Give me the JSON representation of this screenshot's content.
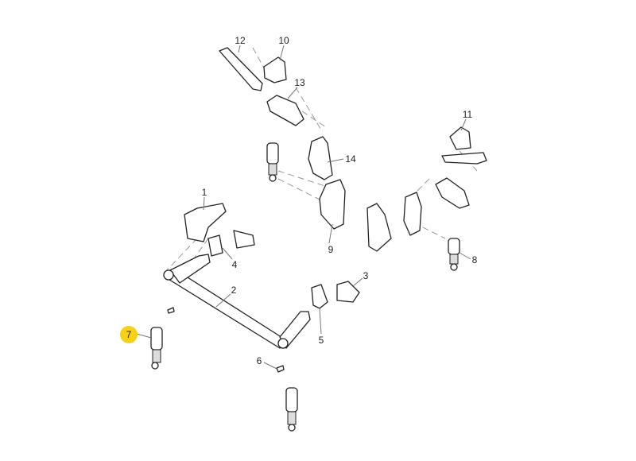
{
  "callouts": {
    "c1": "1",
    "c2": "2",
    "c3": "3",
    "c4": "4",
    "c5": "5",
    "c6": "6",
    "c7": "7",
    "c8": "8",
    "c9": "9",
    "c10": "10",
    "c11": "11",
    "c12": "12",
    "c13": "13",
    "c14": "14"
  },
  "highlighted_callout": "7",
  "colors": {
    "highlight": "#f7d117",
    "line": "#222222"
  }
}
